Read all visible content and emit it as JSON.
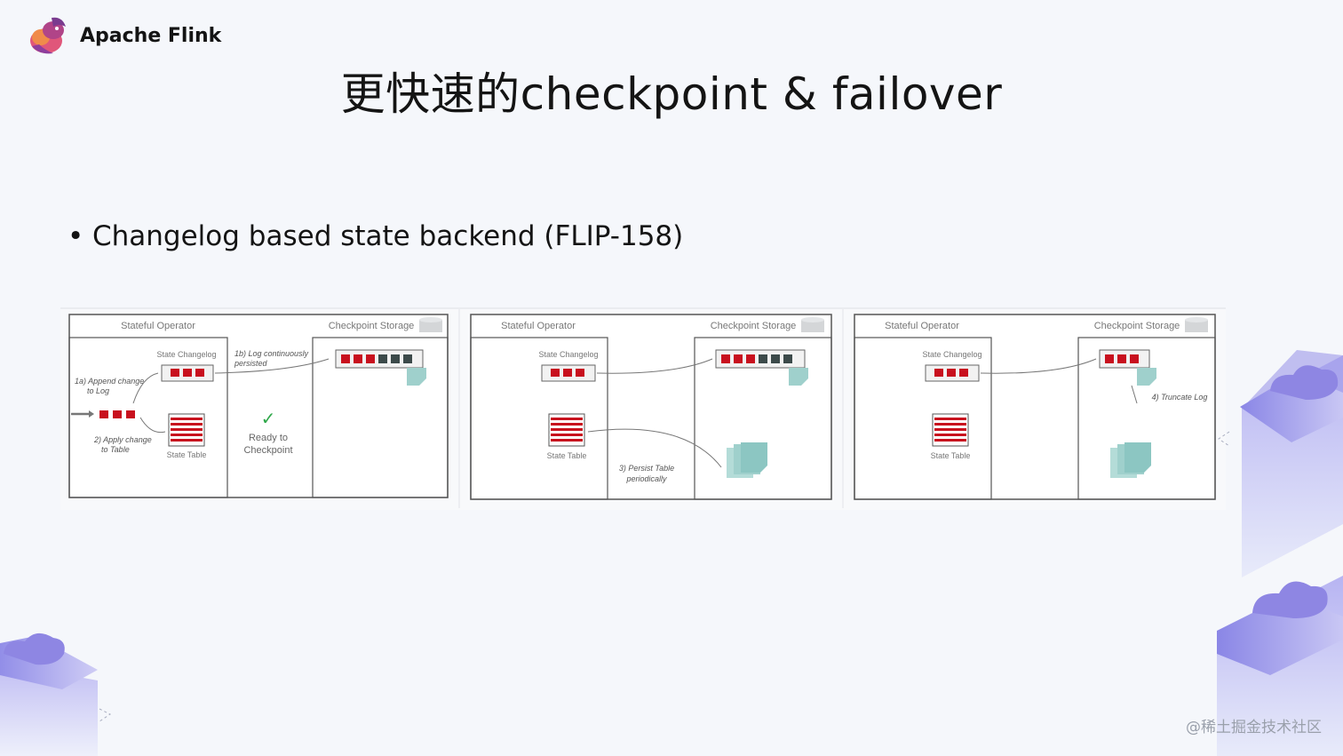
{
  "brand": {
    "name": "Apache Flink"
  },
  "title": "更快速的checkpoint & failover",
  "bullet": {
    "text": "Changelog based state backend (FLIP-158)"
  },
  "panels": [
    {
      "operator_label": "Stateful Operator",
      "storage_label": "Checkpoint Storage",
      "changelog_label": "State Changelog",
      "table_label": "State Table",
      "notes": [
        "1a) Append change",
        "to Log",
        "1b) Log continuously",
        "persisted",
        "2) Apply change",
        "to Table"
      ],
      "ready_label_1": "Ready to",
      "ready_label_2": "Checkpoint"
    },
    {
      "operator_label": "Stateful Operator",
      "storage_label": "Checkpoint Storage",
      "changelog_label": "State Changelog",
      "table_label": "State Table",
      "notes": [
        "3) Persist Table",
        "periodically"
      ]
    },
    {
      "operator_label": "Stateful Operator",
      "storage_label": "Checkpoint Storage",
      "changelog_label": "State Changelog",
      "table_label": "State Table",
      "notes": [
        "4) Truncate Log"
      ]
    }
  ],
  "watermark": "@稀土掘金技术社区",
  "colors": {
    "red": "#c8101e",
    "teal": "#9fd0cc",
    "dark": "#3c4a4a",
    "check": "#2fa84a"
  }
}
